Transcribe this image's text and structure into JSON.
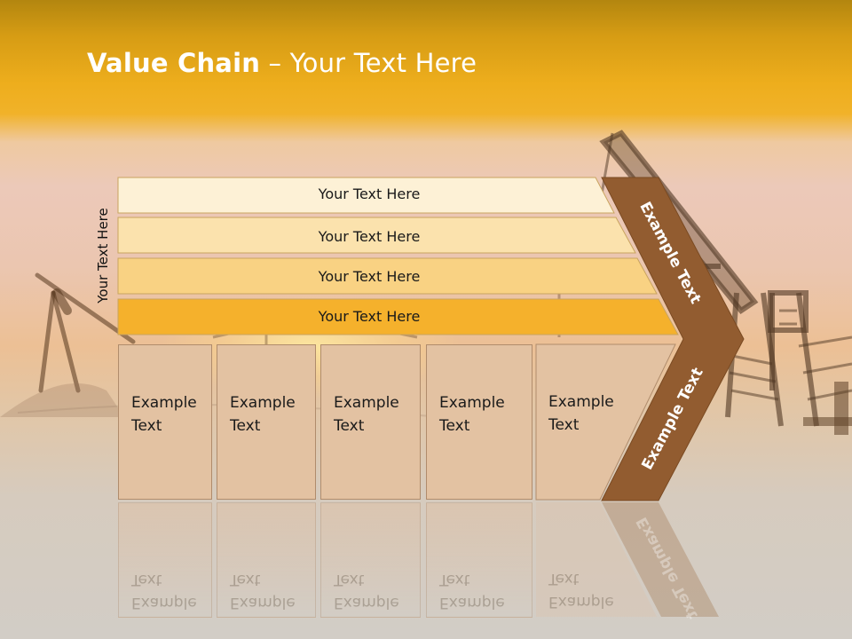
{
  "title": {
    "bold": "Value Chain",
    "rest": " – Your Text Here"
  },
  "side_label": "Your Text Here",
  "bands": [
    {
      "label": "Your Text Here",
      "color": "#fdf1d6"
    },
    {
      "label": "Your Text Here",
      "color": "#fbe2ad"
    },
    {
      "label": "Your Text Here",
      "color": "#f9d283"
    },
    {
      "label": "Your Text Here",
      "color": "#f5b12c"
    }
  ],
  "boxes": [
    {
      "line1": "Example",
      "line2": "Text"
    },
    {
      "line1": "Example",
      "line2": "Text"
    },
    {
      "line1": "Example",
      "line2": "Text"
    },
    {
      "line1": "Example",
      "line2": "Text"
    },
    {
      "line1": "Example",
      "line2": "Text"
    }
  ],
  "chevron": {
    "top_label": "Example Text",
    "bottom_label": "Example Text",
    "color": "#925c30"
  }
}
